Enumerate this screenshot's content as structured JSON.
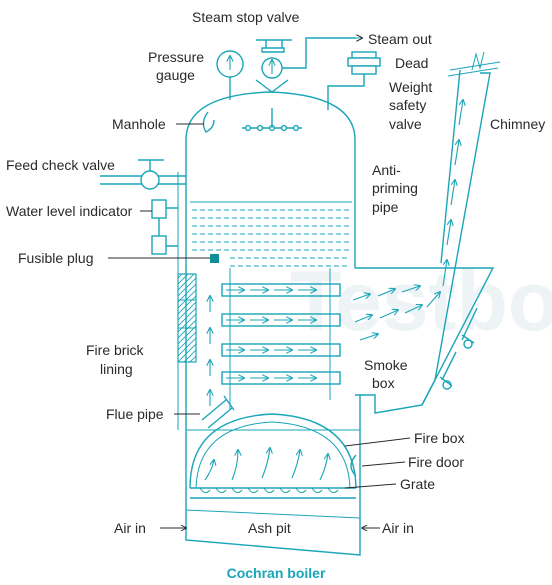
{
  "watermark": {
    "text": "Testbook"
  },
  "labels": {
    "steam_stop_valve": "Steam stop valve",
    "pressure": "Pressure",
    "gauge": "gauge",
    "steam_out": "Steam out",
    "dead": "Dead",
    "weight": "Weight",
    "safety": "safety",
    "valve": "valve",
    "chimney": "Chimney",
    "manhole": "Manhole",
    "feed_check_valve": "Feed check valve",
    "anti": "Anti-",
    "priming": "priming",
    "pipe": "pipe",
    "water_level_indicator": "Water level indicator",
    "fusible_plug": "Fusible plug",
    "fire_brick": "Fire brick",
    "lining": "lining",
    "smoke": "Smoke",
    "box": "box",
    "flue_pipe": "Flue pipe",
    "fire_box": "Fire box",
    "fire_door": "Fire door",
    "grate": "Grate",
    "air_in_left": "Air in",
    "ash_pit": "Ash pit",
    "air_in_right": "Air in"
  },
  "caption": "Cochran boiler",
  "colors": {
    "line": "#1aa5b8",
    "text": "#2a2a2a",
    "caption": "#1aa5b8",
    "fusible_plug": "#0f8f98"
  }
}
